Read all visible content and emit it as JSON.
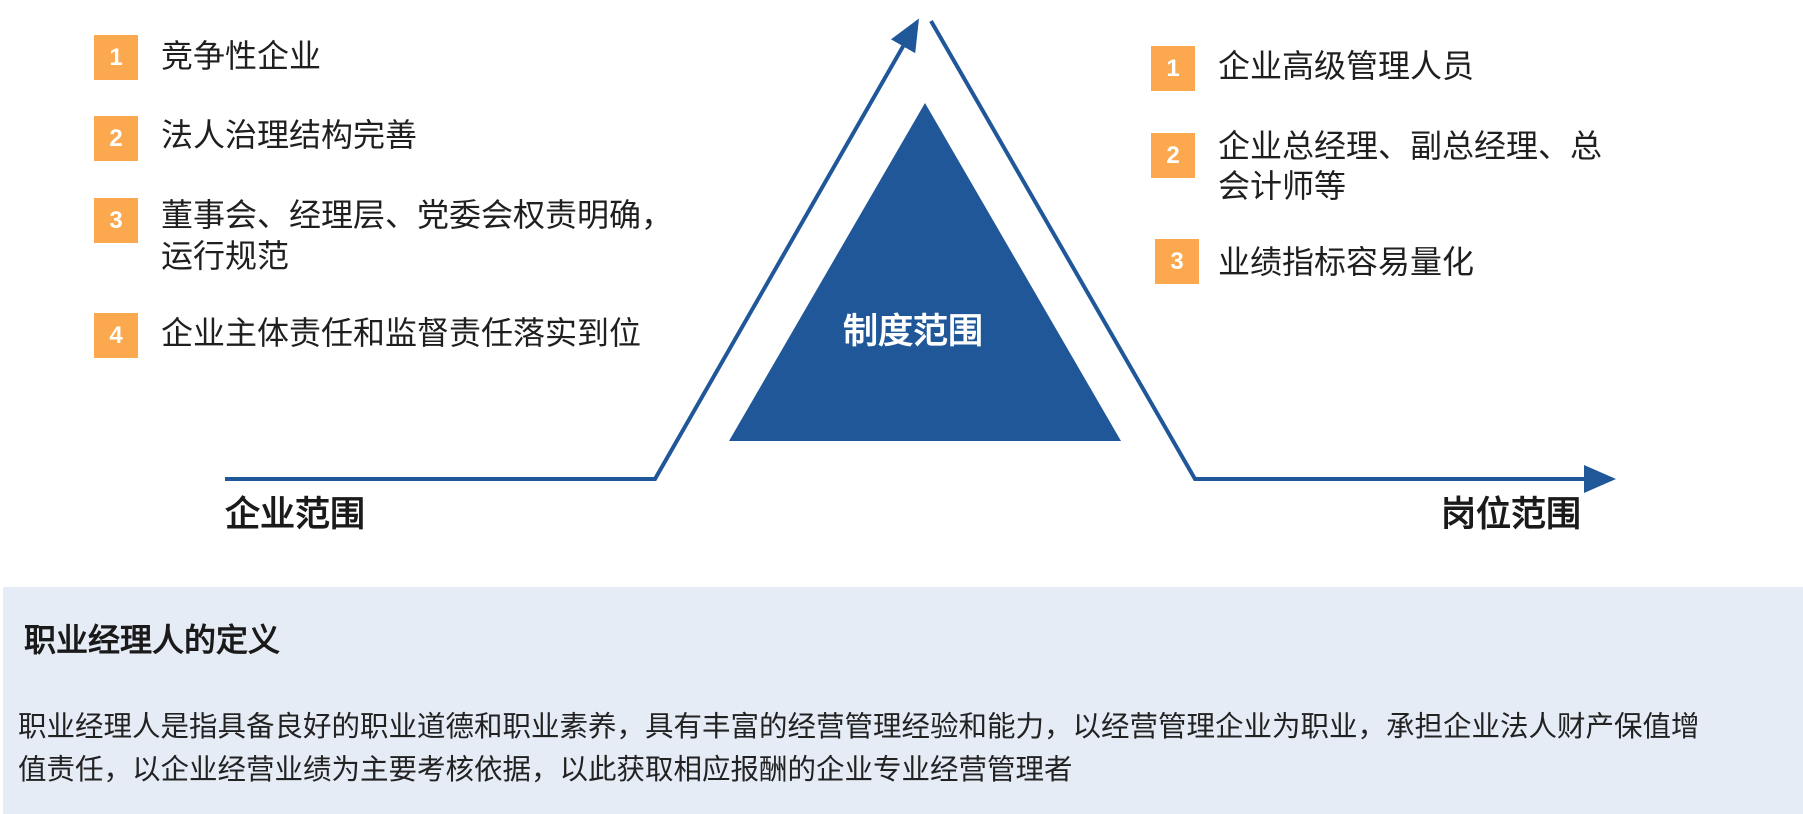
{
  "colors": {
    "badge": "#FBA84E",
    "triangle": "#1F5799",
    "line": "#1F5799",
    "panel_bg": "#E6ECF6",
    "text": "#222222"
  },
  "diagram": {
    "center_label": "制度范围",
    "left_axis_label": "企业范围",
    "right_axis_label": "岗位范围",
    "left_items": [
      {
        "number": "1",
        "lines": [
          "竞争性企业"
        ]
      },
      {
        "number": "2",
        "lines": [
          "法人治理结构完善"
        ]
      },
      {
        "number": "3",
        "lines": [
          "董事会、经理层、党委会权责明确，",
          "运行规范"
        ]
      },
      {
        "number": "4",
        "lines": [
          "企业主体责任和监督责任落实到位"
        ]
      }
    ],
    "right_items": [
      {
        "number": "1",
        "lines": [
          "企业高级管理人员"
        ]
      },
      {
        "number": "2",
        "lines": [
          "企业总经理、副总经理、总",
          "会计师等"
        ]
      },
      {
        "number": "3",
        "lines": [
          "业绩指标容易量化"
        ]
      }
    ]
  },
  "definition": {
    "title": "职业经理人的定义",
    "body_lines": [
      "职业经理人是指具备良好的职业道德和职业素养，具有丰富的经营管理经验和能力，以经营管理企业为职业，承担企业法人财产保值增",
      "值责任，以企业经营业绩为主要考核依据，以此获取相应报酬的企业专业经营管理者"
    ]
  }
}
